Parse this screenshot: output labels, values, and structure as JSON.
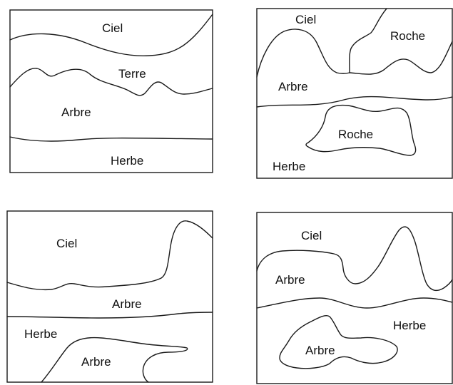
{
  "panels": [
    {
      "id": "top-left",
      "labels": [
        "Ciel",
        "Terre",
        "Arbre",
        "Herbe"
      ]
    },
    {
      "id": "top-right",
      "labels": [
        "Ciel",
        "Roche",
        "Arbre",
        "Roche",
        "Herbe"
      ]
    },
    {
      "id": "bottom-left",
      "labels": [
        "Ciel",
        "Arbre",
        "Herbe",
        "Arbre"
      ]
    },
    {
      "id": "bottom-right",
      "labels": [
        "Ciel",
        "Arbre",
        "Herbe",
        "Arbre"
      ]
    }
  ],
  "colors": {
    "ink": "#1a1a1a",
    "background": "#ffffff"
  }
}
